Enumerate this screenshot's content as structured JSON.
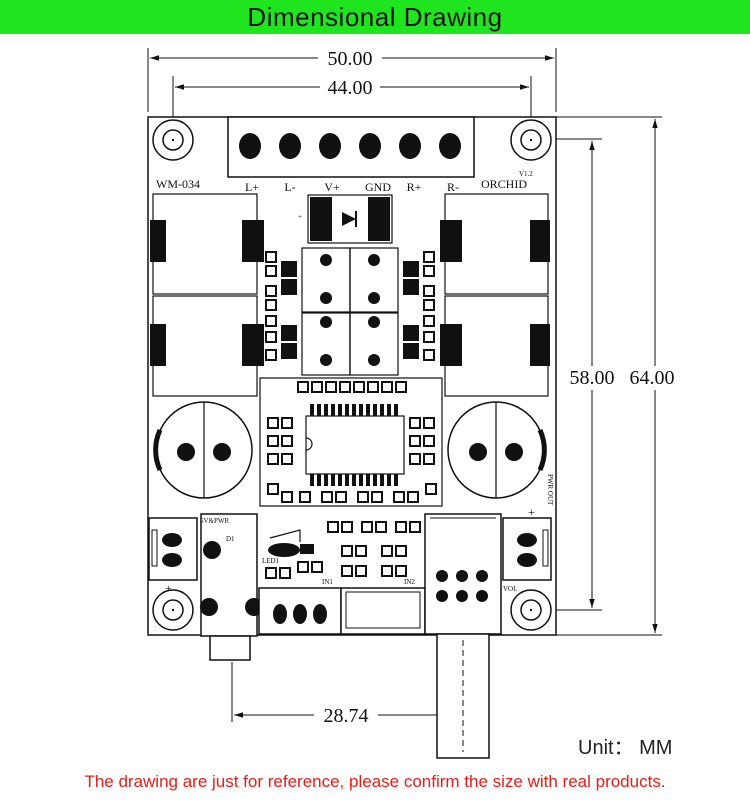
{
  "title": "Dimensional Drawing",
  "dimensions": {
    "overall_width": "50.00",
    "hole_spacing_x": "44.00",
    "hole_spacing_y": "58.00",
    "overall_height": "64.00",
    "knob_offset": "28.74"
  },
  "board_labels": {
    "model": "WM-034",
    "brand": "ORCHID",
    "version": "V1.2",
    "terminals": [
      "L+",
      "L-",
      "V+",
      "GND",
      "R+",
      "R-"
    ],
    "plus_sign": "+",
    "power_label": "5V&PWR",
    "diode_label": "D1",
    "led_label": "LED1",
    "in1_label": "IN1",
    "in2_label": "IN2",
    "pwr_out_label": "PWR OUT",
    "vol_label": "VOL",
    "input_plus": "+",
    "output_plus": "+"
  },
  "unit": "Unit： MM",
  "note": "The drawing are just for reference, please confirm the size with real products.",
  "colors": {
    "banner": "#1ee51e",
    "note": "#e0201a",
    "ink": "#111111"
  }
}
